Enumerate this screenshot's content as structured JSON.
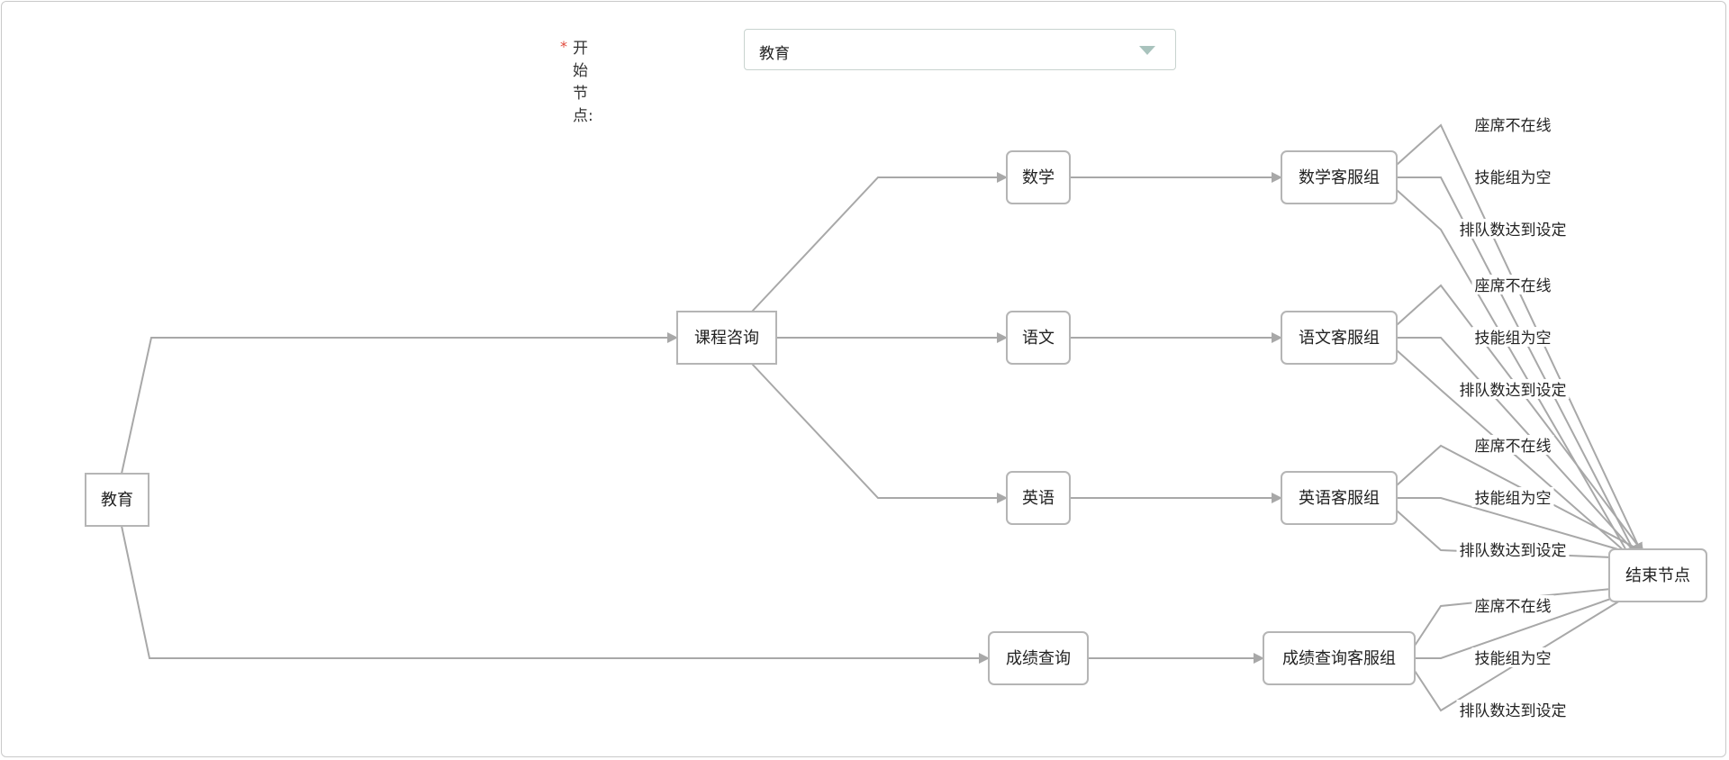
{
  "form": {
    "required_mark": "*",
    "start_label": "开始节点:",
    "start_value": "教育"
  },
  "colors": {
    "edge": "#a8a8a8",
    "node_border": "#b5b5b5",
    "required": "#e0493b",
    "caret": "#a9c3bd"
  },
  "diagram": {
    "nodes": [
      {
        "id": "jiaoyu",
        "label": "教育"
      },
      {
        "id": "kecheng",
        "label": "课程咨询"
      },
      {
        "id": "chengji",
        "label": "成绩查询"
      },
      {
        "id": "shuxue",
        "label": "数学"
      },
      {
        "id": "yuwen",
        "label": "语文"
      },
      {
        "id": "yingyu",
        "label": "英语"
      },
      {
        "id": "shuxue_kf",
        "label": "数学客服组"
      },
      {
        "id": "yuwen_kf",
        "label": "语文客服组"
      },
      {
        "id": "yingyu_kf",
        "label": "英语客服组"
      },
      {
        "id": "chengji_kf",
        "label": "成绩查询客服组"
      },
      {
        "id": "end",
        "label": "结束节点"
      }
    ],
    "edges": [
      {
        "from": "jiaoyu",
        "to": "kecheng"
      },
      {
        "from": "jiaoyu",
        "to": "chengji"
      },
      {
        "from": "kecheng",
        "to": "shuxue"
      },
      {
        "from": "kecheng",
        "to": "yuwen"
      },
      {
        "from": "kecheng",
        "to": "yingyu"
      },
      {
        "from": "shuxue",
        "to": "shuxue_kf"
      },
      {
        "from": "yuwen",
        "to": "yuwen_kf"
      },
      {
        "from": "yingyu",
        "to": "yingyu_kf"
      },
      {
        "from": "chengji",
        "to": "chengji_kf"
      }
    ],
    "end_edge_labels": [
      "座席不在线",
      "技能组为空",
      "排队数达到设定"
    ],
    "end_edge_sources": [
      "shuxue_kf",
      "yuwen_kf",
      "yingyu_kf",
      "chengji_kf"
    ]
  }
}
